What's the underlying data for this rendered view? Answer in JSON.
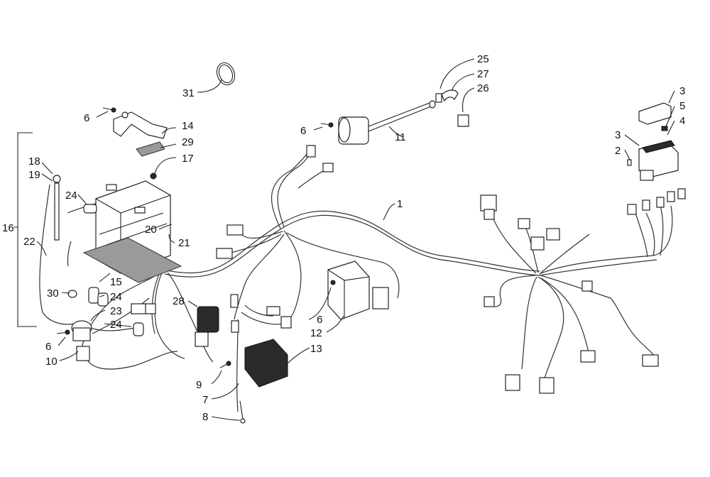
{
  "diagram": {
    "callouts": [
      {
        "id": "c1",
        "text": "1"
      },
      {
        "id": "c2",
        "text": "2"
      },
      {
        "id": "c3a",
        "text": "3"
      },
      {
        "id": "c3b",
        "text": "3"
      },
      {
        "id": "c4",
        "text": "4"
      },
      {
        "id": "c5",
        "text": "5"
      },
      {
        "id": "c6a",
        "text": "6"
      },
      {
        "id": "c6b",
        "text": "6"
      },
      {
        "id": "c6c",
        "text": "6"
      },
      {
        "id": "c6d",
        "text": "6"
      },
      {
        "id": "c7",
        "text": "7"
      },
      {
        "id": "c8",
        "text": "8"
      },
      {
        "id": "c9",
        "text": "9"
      },
      {
        "id": "c10",
        "text": "10"
      },
      {
        "id": "c11",
        "text": "11"
      },
      {
        "id": "c12",
        "text": "12"
      },
      {
        "id": "c13",
        "text": "13"
      },
      {
        "id": "c14",
        "text": "14"
      },
      {
        "id": "c15",
        "text": "15"
      },
      {
        "id": "c16",
        "text": "16"
      },
      {
        "id": "c17",
        "text": "17"
      },
      {
        "id": "c18",
        "text": "18"
      },
      {
        "id": "c19",
        "text": "19"
      },
      {
        "id": "c20",
        "text": "20"
      },
      {
        "id": "c21",
        "text": "21"
      },
      {
        "id": "c22",
        "text": "22"
      },
      {
        "id": "c23",
        "text": "23"
      },
      {
        "id": "c24a",
        "text": "24"
      },
      {
        "id": "c24b",
        "text": "24"
      },
      {
        "id": "c24c",
        "text": "24"
      },
      {
        "id": "c25",
        "text": "25"
      },
      {
        "id": "c26",
        "text": "26"
      },
      {
        "id": "c27",
        "text": "27"
      },
      {
        "id": "c28",
        "text": "28"
      },
      {
        "id": "c29",
        "text": "29"
      },
      {
        "id": "c30",
        "text": "30"
      },
      {
        "id": "c31",
        "text": "31"
      }
    ]
  }
}
